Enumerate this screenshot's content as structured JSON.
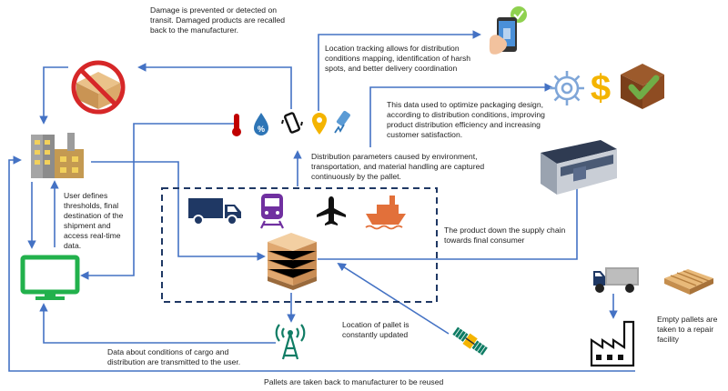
{
  "labels": {
    "damage": "Damage is prevented or detected on transit. Damaged products are recalled back to the manufacturer.",
    "location_tracking": "Location tracking allows for distribution conditions mapping, identification of harsh spots, and better delivery coordination",
    "data_use": "This data used to optimize packaging design, according to distribution conditions, improving product distribution efficiency and increasing customer satisfaction.",
    "parameters": "Distribution parameters caused by environment, transportation, and material handling are captured continuously by the pallet.",
    "user_defines": "User defines thresholds, final destination of the shipment and access real-time data.",
    "supply_chain": "The product down the supply chain towards final consumer",
    "location_pallet": "Location of pallet is constantly updated",
    "data_transmit": "Data about conditions of cargo and distribution are transmitted to the user.",
    "empty_pallets": "Empty pallets are taken to a repair facility",
    "pallets_back": "Pallets are taken back to manufacturer to be reused"
  },
  "icons": {
    "factory": "factory-icon",
    "monitor": "monitor-icon",
    "no_damage": "no-damaged-box-icon",
    "sensors": [
      "thermometer-icon",
      "humidity-icon",
      "vibration-phone-icon",
      "location-pin-icon",
      "shock-sensor-icon"
    ],
    "phone_tracking": "phone-tracking-icon",
    "gear": "gear-icon",
    "dollar": "dollar-icon",
    "box_check": "box-check-icon",
    "transport": [
      "truck-icon",
      "train-icon",
      "airplane-icon",
      "ship-icon"
    ],
    "pallet_stack": "pallet-stack-icon",
    "cell_tower": "cell-tower-icon",
    "satellite": "satellite-icon",
    "store": "store-icon",
    "small_truck": "small-truck-icon",
    "wooden_pallet": "wooden-pallet-icon",
    "repair_factory": "repair-factory-icon"
  },
  "colors": {
    "arrow": "#4472C4",
    "dashed_box": "#1F3864",
    "transport": "#1F3864",
    "ship": "#E2703A",
    "monitor": "#22B14C",
    "thermometer": "#C00000",
    "humidity": "#2E75B6",
    "pin": "#F4B400",
    "check": "#70AD47"
  }
}
